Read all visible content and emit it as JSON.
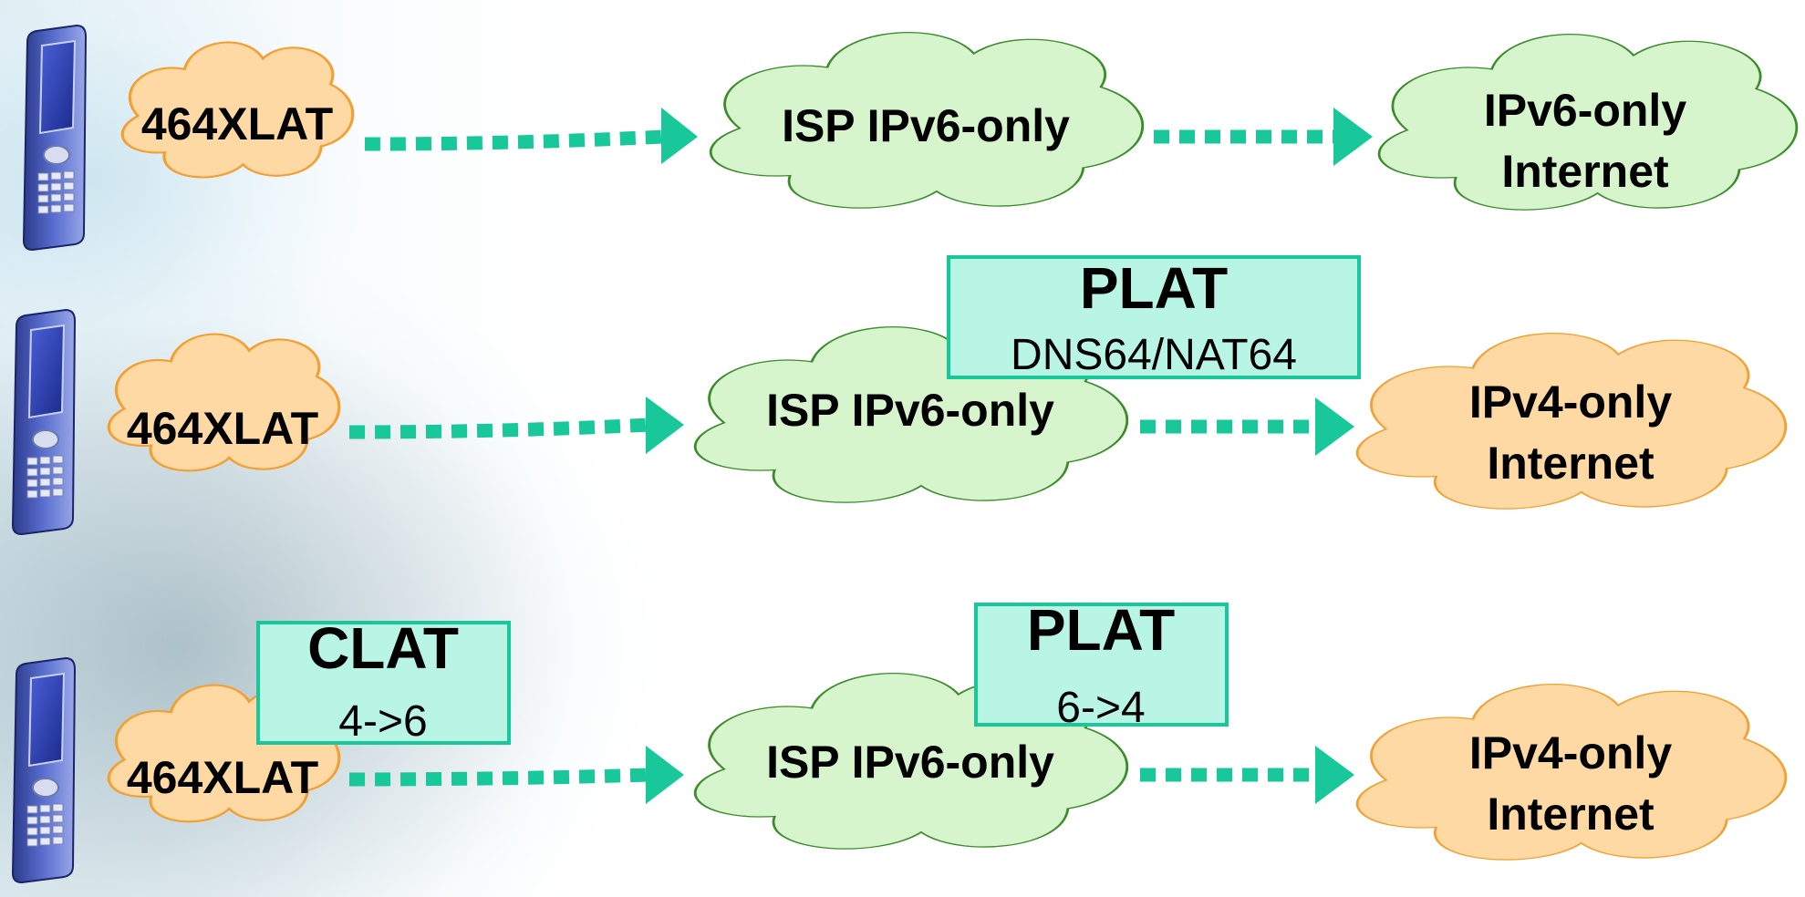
{
  "colors": {
    "green_cloud_fill": "#d6f5cd",
    "green_cloud_stroke": "#3c8c2c",
    "orange_cloud_fill": "#ffd9a3",
    "orange_cloud_stroke": "#f2a033",
    "arrow": "#18c79a",
    "box_fill": "#b8f5e5",
    "box_stroke": "#18c79a"
  },
  "icons": [
    "mobile-phone-icon"
  ],
  "rows": [
    {
      "device_label": "464XLAT",
      "isp_label": "ISP IPv6-only",
      "internet_label": [
        "IPv6-only",
        "Internet"
      ]
    },
    {
      "device_label": "464XLAT",
      "isp_label": "ISP IPv6-only",
      "internet_label": [
        "IPv4-only",
        "Internet"
      ],
      "plat": {
        "title": "PLAT",
        "subtitle": "DNS64/NAT64"
      }
    },
    {
      "device_label": "464XLAT",
      "isp_label": "ISP IPv6-only",
      "internet_label": [
        "IPv4-only",
        "Internet"
      ],
      "clat": {
        "title": "CLAT",
        "subtitle": "4->6"
      },
      "plat": {
        "title": "PLAT",
        "subtitle": "6->4"
      }
    }
  ]
}
